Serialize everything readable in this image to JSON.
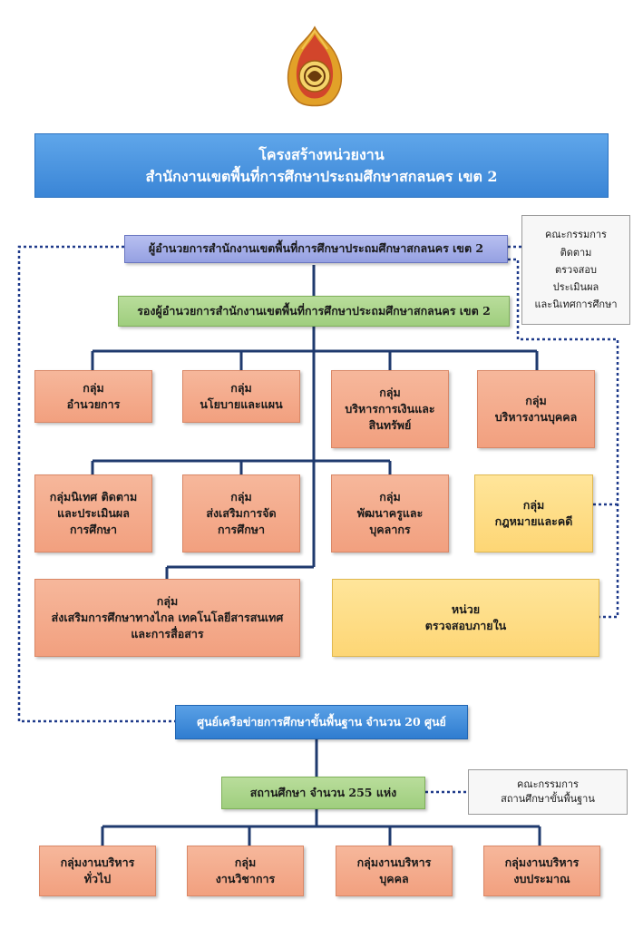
{
  "header": {
    "title_line1": "โครงสร้างหน่วยงาน",
    "title_line2": "สำนักงานเขตพื้นที่การศึกษาประถมศึกษาสกลนคร เขต 2"
  },
  "director": "ผู้อำนวยการสำนักงานเขตพื้นที่การศึกษาประถมศึกษาสกลนคร เขต 2",
  "deputy": "รองผู้อำนวยการสำนักงานเขตพื้นที่การศึกษาประถมศึกษาสกลนคร เขต 2",
  "committee": [
    "คณะกรรมการ",
    "ติดตาม",
    "ตรวจสอบ",
    "ประเมินผล",
    "และนิเทศการศึกษา"
  ],
  "groups_row1": [
    {
      "line1": "กลุ่ม",
      "line2": "อำนวยการ"
    },
    {
      "line1": "กลุ่ม",
      "line2": "นโยบายและแผน"
    },
    {
      "line1": "กลุ่ม",
      "line2": "บริหารการเงินและ",
      "line3": "สินทรัพย์"
    },
    {
      "line1": "กลุ่ม",
      "line2": "บริหารงานบุคคล"
    }
  ],
  "groups_row2": [
    {
      "line1": "กลุ่มนิเทศ ติดตาม",
      "line2": "และประเมินผล",
      "line3": "การศึกษา"
    },
    {
      "line1": "กลุ่ม",
      "line2": "ส่งเสริมการจัด",
      "line3": "การศึกษา"
    },
    {
      "line1": "กลุ่ม",
      "line2": "พัฒนาครูและ",
      "line3": "บุคลากร"
    },
    {
      "line1": "กลุ่ม",
      "line2": "กฎหมายและคดี"
    }
  ],
  "group_distance": {
    "line1": "กลุ่ม",
    "line2": "ส่งเสริมการศึกษาทางไกล เทคโนโลยีสารสนเทศ",
    "line3": "และการสื่อสาร"
  },
  "audit_unit": {
    "line1": "หน่วย",
    "line2": "ตรวจสอบภายใน"
  },
  "network_center": "ศูนย์เครือข่ายการศึกษาขั้นพื้นฐาน จำนวน 20 ศูนย์",
  "schools": "สถานศึกษา จำนวน 255 แห่ง",
  "school_committee": {
    "line1": "คณะกรรมการ",
    "line2": "สถานศึกษาขั้นพื้นฐาน"
  },
  "school_groups": [
    {
      "line1": "กลุ่มงานบริหาร",
      "line2": "ทั่วไป"
    },
    {
      "line1": "กลุ่ม",
      "line2": "งานวิชาการ"
    },
    {
      "line1": "กลุ่มงานบริหาร",
      "line2": "บุคคล"
    },
    {
      "line1": "กลุ่มงานบริหาร",
      "line2": "งบประมาณ"
    }
  ],
  "colors": {
    "solid_line": "#1f3a6e",
    "dotted_line": "#1f3a8a"
  }
}
